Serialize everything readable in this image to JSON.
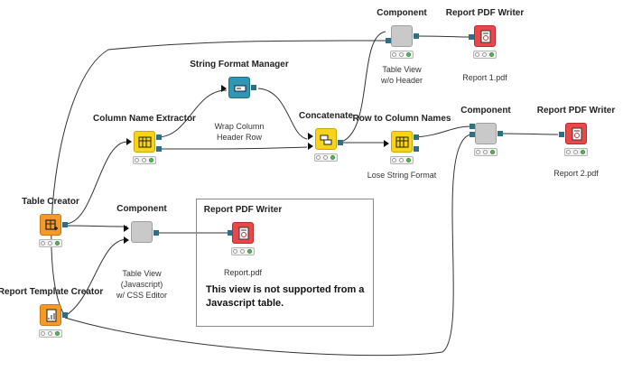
{
  "nodes": {
    "table_creator": {
      "title": "Table Creator"
    },
    "report_template_creator": {
      "title": "Report Template Creator"
    },
    "column_name_extractor": {
      "title": "Column Name Extractor"
    },
    "string_format_manager": {
      "title": "String Format Manager",
      "label": "Wrap Column\nHeader Row"
    },
    "concatenate": {
      "title": "Concatenate"
    },
    "row_to_column_names": {
      "title": "Row to Column Names",
      "label": "Lose String Format"
    },
    "component_top": {
      "title": "Component",
      "label": "Table View\nw/o Header"
    },
    "report_pdf_writer_1": {
      "title": "Report PDF Writer",
      "label": "Report 1.pdf"
    },
    "component_mid": {
      "title": "Component"
    },
    "report_pdf_writer_2": {
      "title": "Report PDF Writer",
      "label": "Report 2.pdf"
    },
    "component_js": {
      "title": "Component",
      "label": "Table View\n(Javascript)\nw/ CSS Editor"
    },
    "report_pdf_writer_js": {
      "title": "Report PDF Writer",
      "label": "Report.pdf"
    }
  },
  "note": {
    "text": "This view is not supported from a Javascript table."
  },
  "colors": {
    "manipulator": "#f7d417",
    "source": "#f59a2a",
    "other": "#2f96b4",
    "sink": "#e8484a",
    "component": "#c9c9c9",
    "port": "#2e6f88",
    "status_ok": "#5cb85c"
  }
}
